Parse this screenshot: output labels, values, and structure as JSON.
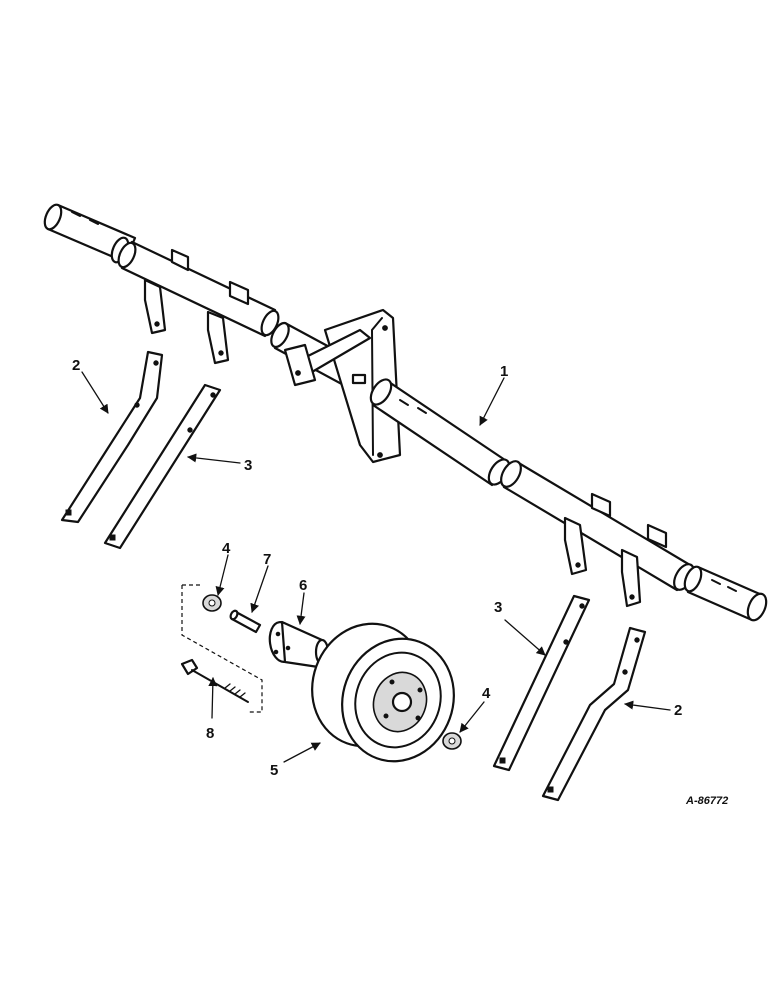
{
  "callouts": {
    "c1": "1",
    "c2_left": "2",
    "c2_right": "2",
    "c3_left": "3",
    "c3_right": "3",
    "c4_left": "4",
    "c4_right": "4",
    "c5": "5",
    "c6": "6",
    "c7": "7",
    "c8": "8"
  },
  "reference_number": "A-86772"
}
